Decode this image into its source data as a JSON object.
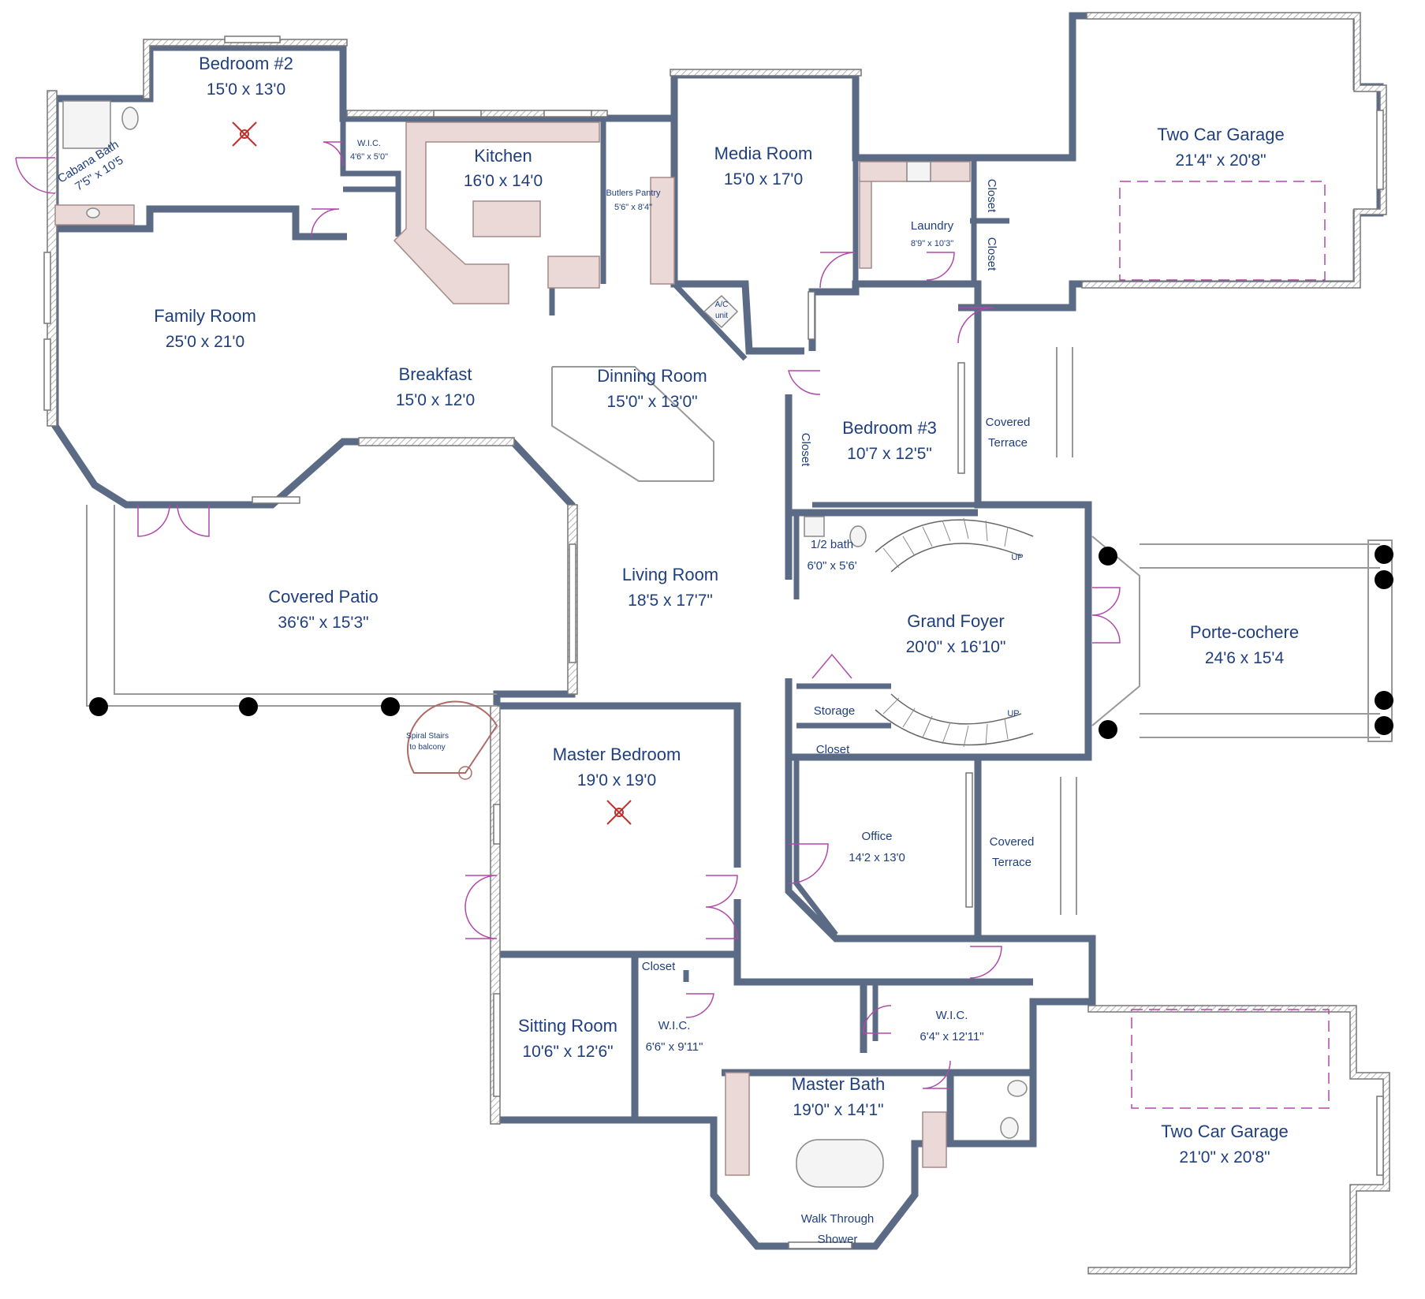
{
  "rooms": {
    "bedroom2": {
      "name": "Bedroom #2",
      "dim": "15'0 x 13'0"
    },
    "cabana": {
      "name": "Cabana Bath",
      "dim": "7'5\" x 10'5"
    },
    "wic_small": {
      "name": "W.I.C.",
      "dim": "4'6\" x 5'0\""
    },
    "kitchen": {
      "name": "Kitchen",
      "dim": "16'0 x 14'0"
    },
    "butlers": {
      "name": "Butlers Pantry",
      "dim": "5'6\" x 8'4\""
    },
    "media": {
      "name": "Media Room",
      "dim": "15'0 x 17'0"
    },
    "laundry": {
      "name": "Laundry",
      "dim": "8'9\" x 10'3\""
    },
    "closet_l1": {
      "name": "Closet"
    },
    "closet_l2": {
      "name": "Closet"
    },
    "garage1": {
      "name": "Two Car Garage",
      "dim": "21'4\" x 20'8\""
    },
    "family": {
      "name": "Family Room",
      "dim": "25'0 x 21'0"
    },
    "breakfast": {
      "name": "Breakfast",
      "dim": "15'0 x 12'0"
    },
    "dining": {
      "name": "Dinning Room",
      "dim": "15'0\" x 13'0\""
    },
    "ac": {
      "name": "A/C unit"
    },
    "bedroom3": {
      "name": "Bedroom #3",
      "dim": "10'7 x 12'5\""
    },
    "closet_b3": {
      "name": "Closet"
    },
    "terrace1": {
      "name": "Covered Terrace"
    },
    "patio": {
      "name": "Covered Patio",
      "dim": "36'6\" x 15'3\""
    },
    "living": {
      "name": "Living Room",
      "dim": "18'5 x 17'7\""
    },
    "halfbath": {
      "name": "1/2 bath",
      "dim": "6'0\" x 5'6'"
    },
    "foyer": {
      "name": "Grand Foyer",
      "dim": "20'0\" x 16'10\""
    },
    "porte": {
      "name": "Porte-cochere",
      "dim": "24'6 x 15'4"
    },
    "storage": {
      "name": "Storage"
    },
    "closet_f": {
      "name": "Closet"
    },
    "spiral": {
      "name": "Spiral Stairs to balcony"
    },
    "master": {
      "name": "Master Bedroom",
      "dim": "19'0 x 19'0"
    },
    "office": {
      "name": "Office",
      "dim": "14'2 x 13'0"
    },
    "terrace2": {
      "name": "Covered Terrace"
    },
    "closet_m": {
      "name": "Closet"
    },
    "sitting": {
      "name": "Sitting Room",
      "dim": "10'6\" x 12'6\""
    },
    "wic_m": {
      "name": "W.I.C.",
      "dim": "6'6\" x 9'11\""
    },
    "wic_m2": {
      "name": "W.I.C.",
      "dim": "6'4\" x 12'11\""
    },
    "masterbath": {
      "name": "Master Bath",
      "dim": "19'0\" x 14'1\""
    },
    "shower": {
      "name": "Walk Through Shower"
    },
    "garage2": {
      "name": "Two Car Garage",
      "dim": "21'0\" x 20'8\""
    }
  },
  "stairs_up": "UP",
  "colors": {
    "label": "#1f3f7f",
    "wall": "#5b6b86",
    "door": "#b04aa8",
    "counter": "#ead9d6"
  }
}
